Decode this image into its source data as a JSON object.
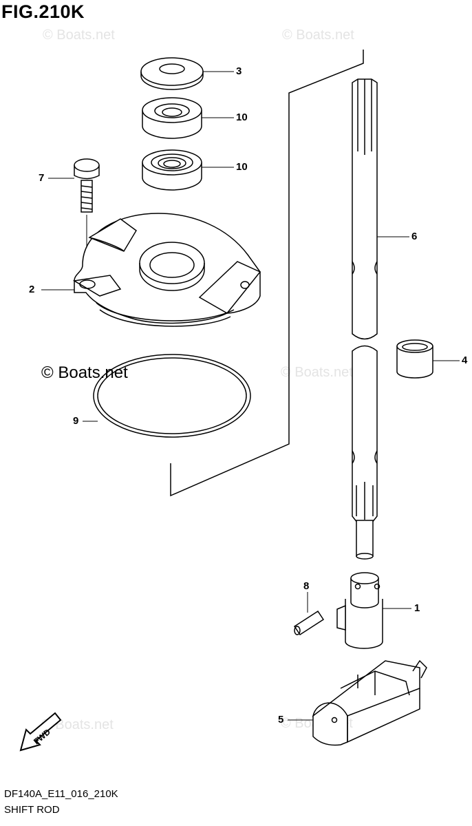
{
  "figure": {
    "title": "FIG.210K",
    "code": "DF140A_E11_016_210K",
    "name": "SHIFT ROD"
  },
  "watermarks": [
    "© Boats.net",
    "© Boats.net",
    "© Boats.net",
    "© Boats.net",
    "© Boats.net",
    "© Boats.net"
  ],
  "main_watermark": "© Boats.net",
  "fwd_label": "FWD",
  "callouts": {
    "p1": "1",
    "p2": "2",
    "p3": "3",
    "p4": "4",
    "p5": "5",
    "p6": "6",
    "p7": "7",
    "p8": "8",
    "p9": "9",
    "p10a": "10",
    "p10b": "10"
  }
}
